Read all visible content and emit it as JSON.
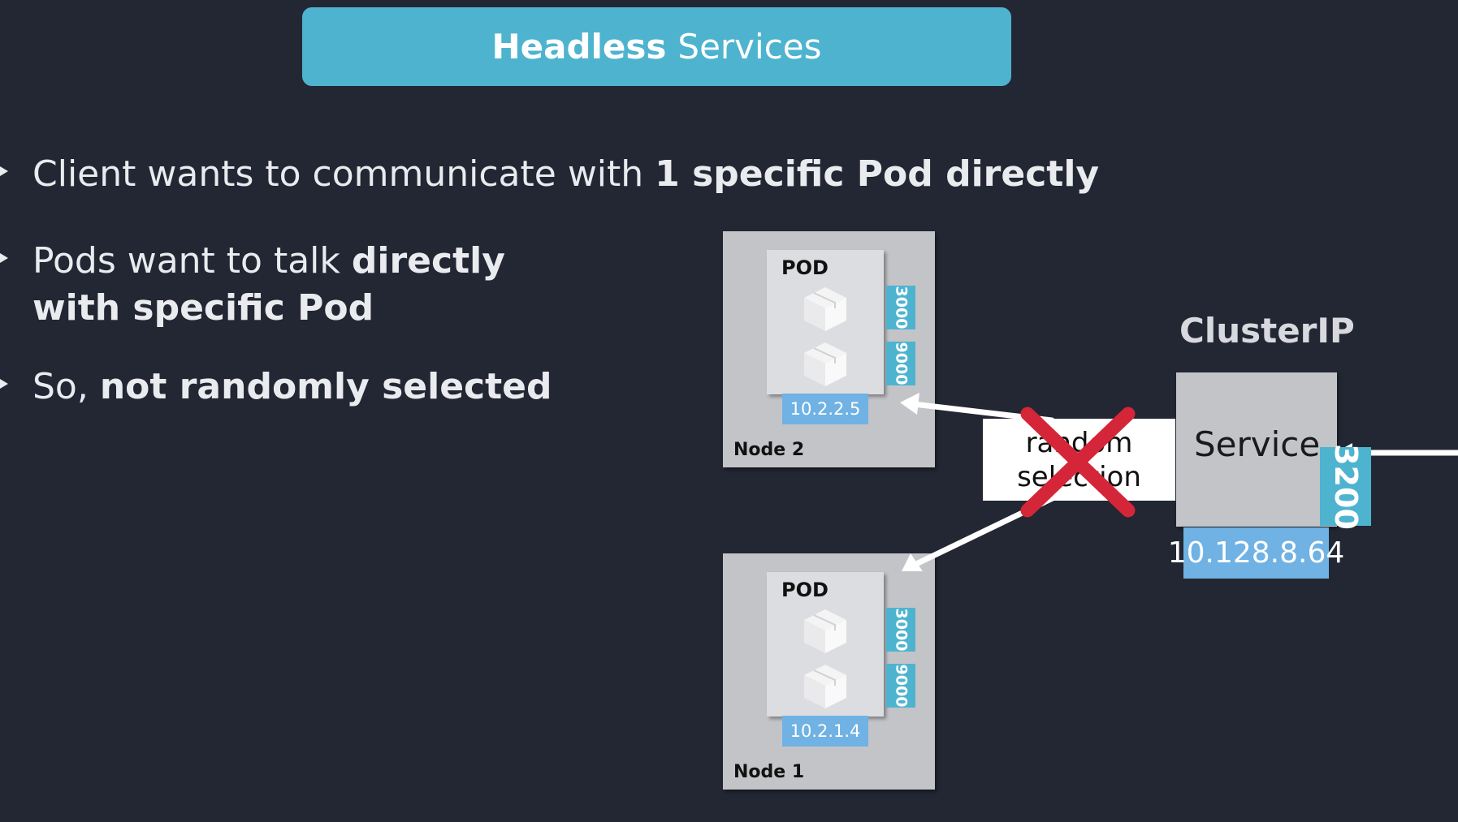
{
  "title": {
    "bold": "Headless",
    "normal": "Services"
  },
  "bullets": [
    {
      "normal": "Client wants to communicate with ",
      "bold": "1 specific Pod directly"
    },
    {
      "normal": "Pods want to talk ",
      "bold": "directly",
      "bold2": "with specific Pod"
    },
    {
      "normal": "So, ",
      "bold": "not randomly selected"
    }
  ],
  "diagram": {
    "nodes": [
      {
        "label": "Node 2",
        "pod_label": "POD",
        "ports": [
          "3000",
          "9000"
        ],
        "ip": "10.2.2.5"
      },
      {
        "label": "Node 1",
        "pod_label": "POD",
        "ports": [
          "3000",
          "9000"
        ],
        "ip": "10.2.1.4"
      }
    ],
    "service": {
      "type_label": "ClusterIP",
      "name": "Service",
      "port": "3200",
      "ip": "10.128.8.64"
    },
    "random_selection": {
      "line1": "random",
      "line2": "selection"
    },
    "colors": {
      "accent": "#4eb3cf",
      "ip_blue": "#6fb2e3",
      "cross_red": "#d42638",
      "background": "#222733"
    }
  }
}
